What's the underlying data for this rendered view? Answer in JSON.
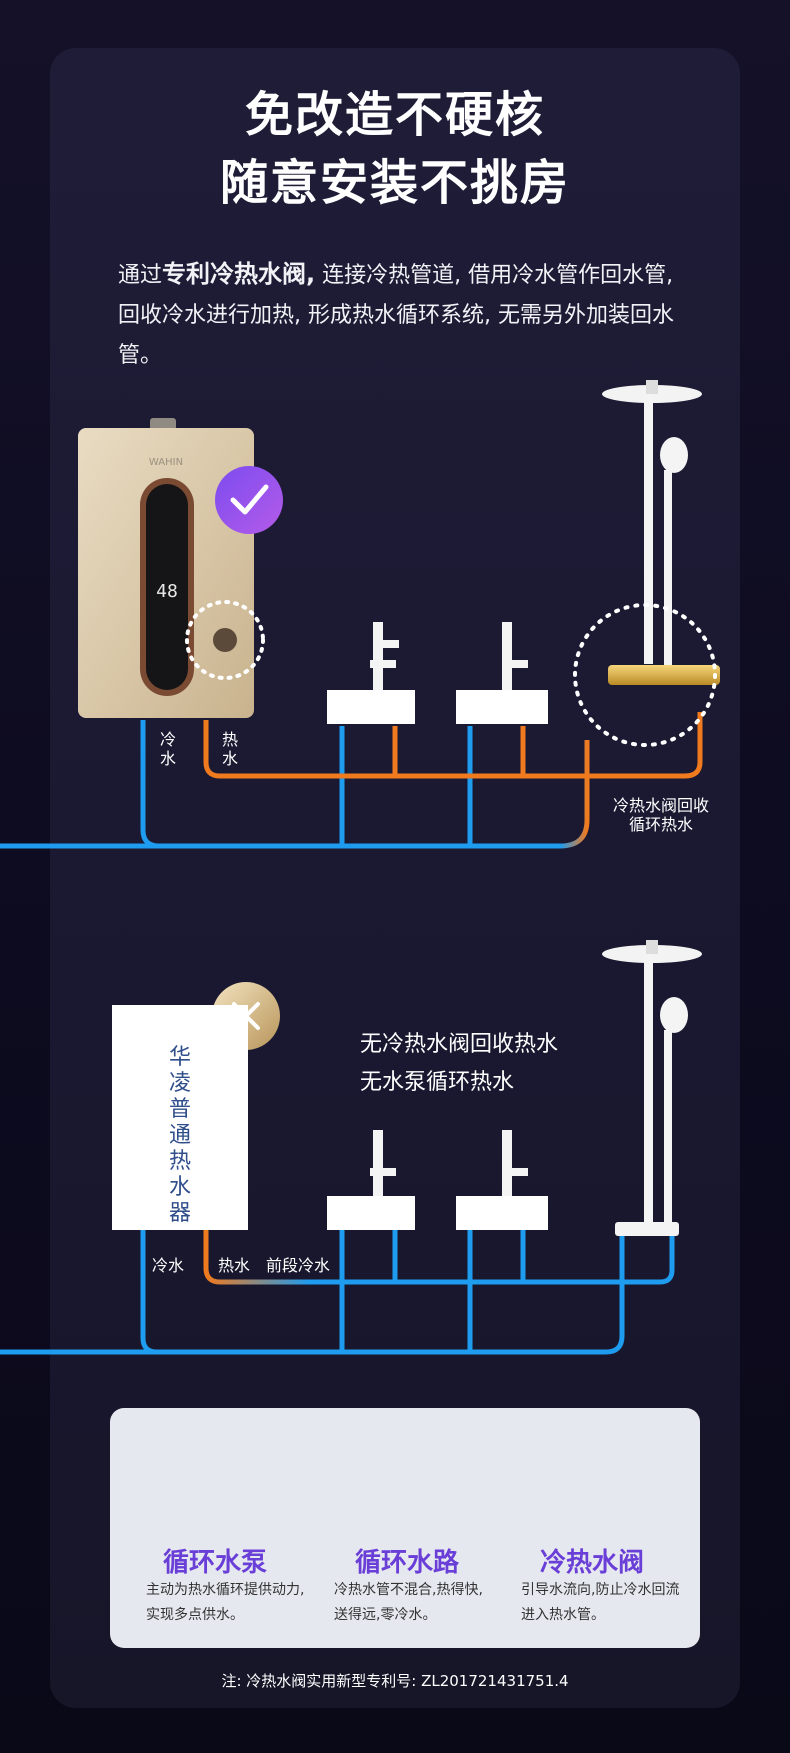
{
  "headline": {
    "line1": "免改造不硬核",
    "line2": "随意安装不挑房"
  },
  "intro": {
    "prefix": "通过",
    "highlight": "专利冷热水阀,",
    "rest": " 连接冷热管道, 借用冷水管作回水管, 回收冷水进行加热, 形成热水循环系统, 无需另外加装回水管。"
  },
  "diagram_top": {
    "heater_brand": "WAHIN",
    "heater_display": "48",
    "cold_label": "冷水",
    "hot_label": "热水",
    "valve_note_line1": "冷热水阀回收",
    "valve_note_line2": "循环热水"
  },
  "diagram_bottom": {
    "heater_name": "华凌普通热水器",
    "note_line1": "无冷热水阀回收热水",
    "note_line2": "无水泵循环热水",
    "cold_label": "冷水",
    "hot_label": "热水",
    "front_cold_label": "前段冷水"
  },
  "features": [
    {
      "icon": "fan-icon",
      "title": "循环水泵",
      "desc": "主动为热水循环提供动力,实现多点供水。"
    },
    {
      "icon": "loop-icon",
      "title": "循环水路",
      "desc": "冷热水管不混合,热得快,送得远,零冷水。"
    },
    {
      "icon": "valve-icon",
      "title": "冷热水阀",
      "desc": "引导水流向,防止冷水回流进入热水管。"
    }
  ],
  "footnote": "注: 冷热水阀实用新型专利号: ZL201721431751.4",
  "colors": {
    "cold": "#1e9cf0",
    "hot": "#f07a1e",
    "accent": "#6a3fd8",
    "card": "#1d1a34"
  }
}
